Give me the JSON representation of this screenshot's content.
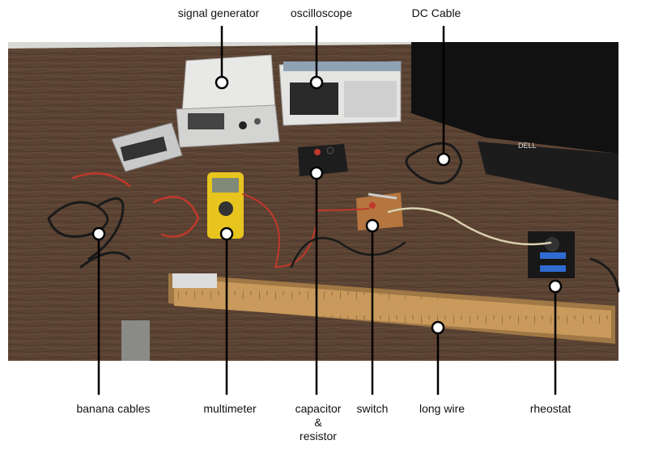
{
  "labels": {
    "signal_generator": "signal generator",
    "oscilloscope": "oscilloscope",
    "dc_cable": "DC Cable",
    "banana_cables": "banana cables",
    "multimeter": "multimeter",
    "capacitor_line1": "capacitor",
    "capacitor_line2": "&",
    "capacitor_line3": "resistor",
    "switch": "switch",
    "long_wire": "long wire",
    "rheostat": "rheostat"
  },
  "colors": {
    "table_wood": "#5b4333",
    "background": "#d8d8d4",
    "marker_fill": "#ffffff",
    "marker_stroke": "#000000"
  }
}
